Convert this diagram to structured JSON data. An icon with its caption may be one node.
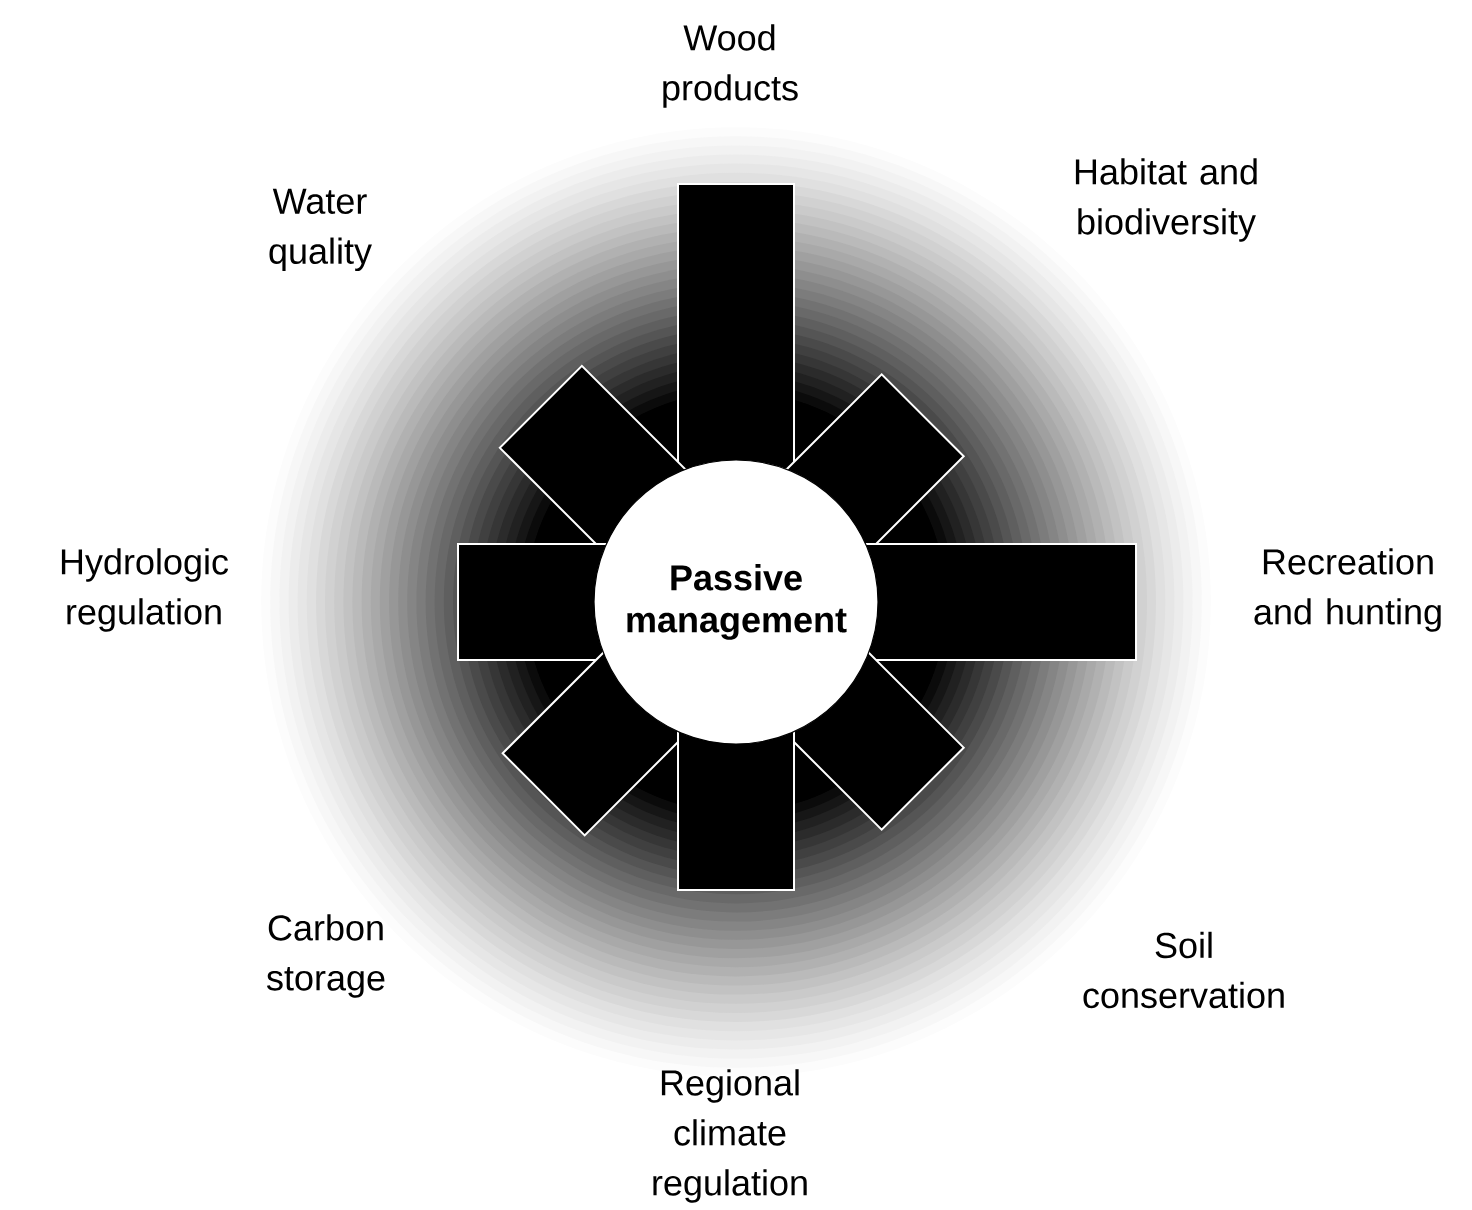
{
  "diagram": {
    "nodes": [
      {
        "text": [
          "Passive management"
        ]
      }
    ],
    "labels": [
      "Wood products",
      "Habitat and biodiversity",
      "Water quality",
      "Hydrologic regulation",
      "Recreation and hunting",
      "Carbon storage",
      "Soil conservation",
      "Regional climate regulation"
    ]
  }
}
